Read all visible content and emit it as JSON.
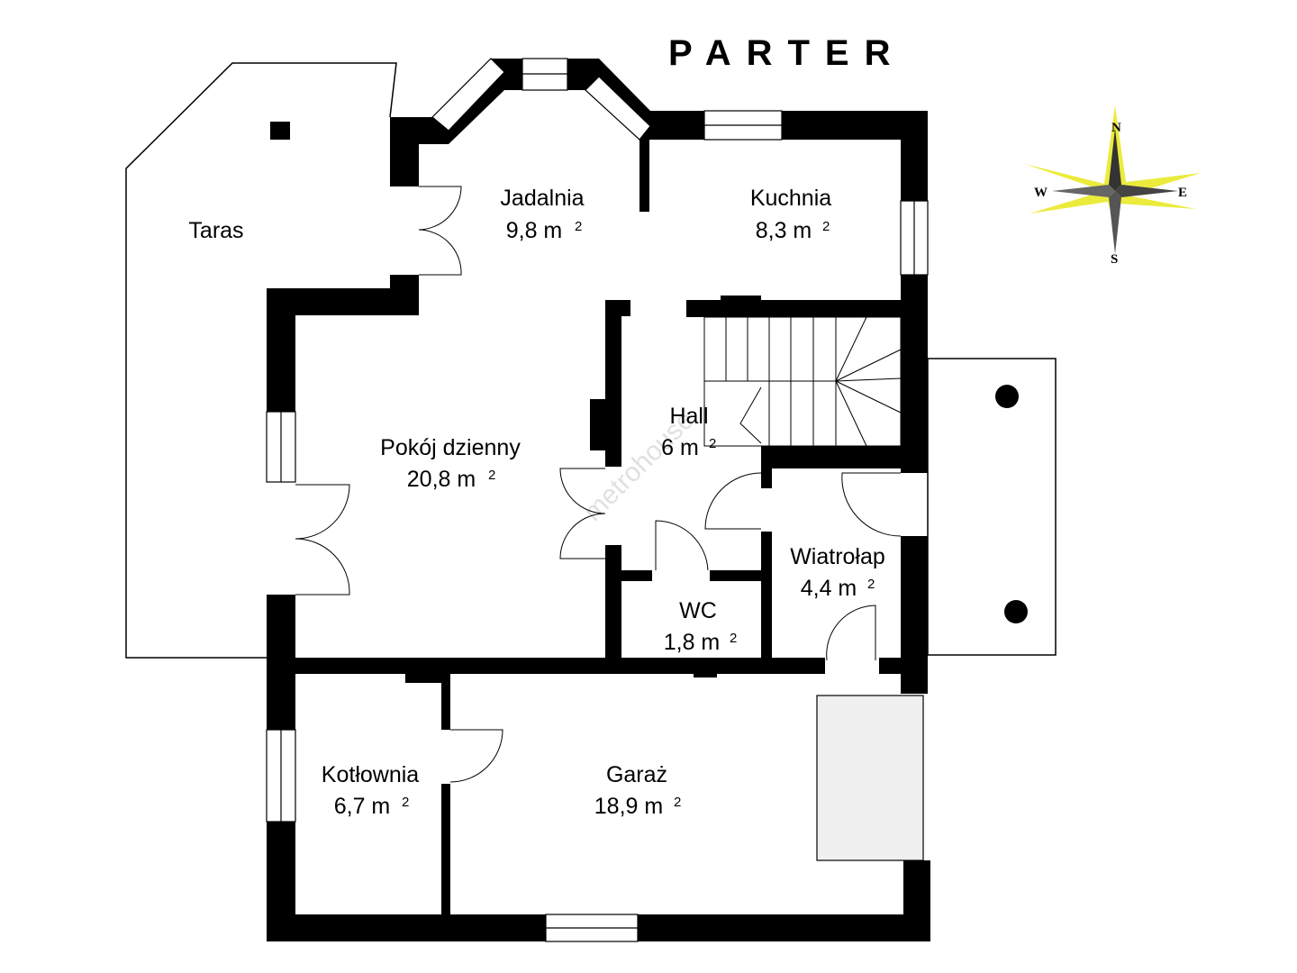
{
  "title": "PARTER",
  "watermark": "metrohouse",
  "compass": {
    "n": "N",
    "s": "S",
    "e": "E",
    "w": "W",
    "color": "#e8e81a"
  },
  "rooms": [
    {
      "name": "Taras",
      "area": ""
    },
    {
      "name": "Jadalnia",
      "area": "9,8 m",
      "unit_sup": "2"
    },
    {
      "name": "Kuchnia",
      "area": "8,3 m",
      "unit_sup": "2"
    },
    {
      "name": "Pokój dzienny",
      "area": "20,8 m",
      "unit_sup": "2"
    },
    {
      "name": "Hall",
      "area": "6 m",
      "unit_sup": "2"
    },
    {
      "name": "Wiatrołap",
      "area": "4,4 m",
      "unit_sup": "2"
    },
    {
      "name": "WC",
      "area": "1,8 m",
      "unit_sup": "2"
    },
    {
      "name": "Kotłownia",
      "area": "6,7 m",
      "unit_sup": "2"
    },
    {
      "name": "Garaż",
      "area": "18,9 m",
      "unit_sup": "2"
    }
  ]
}
